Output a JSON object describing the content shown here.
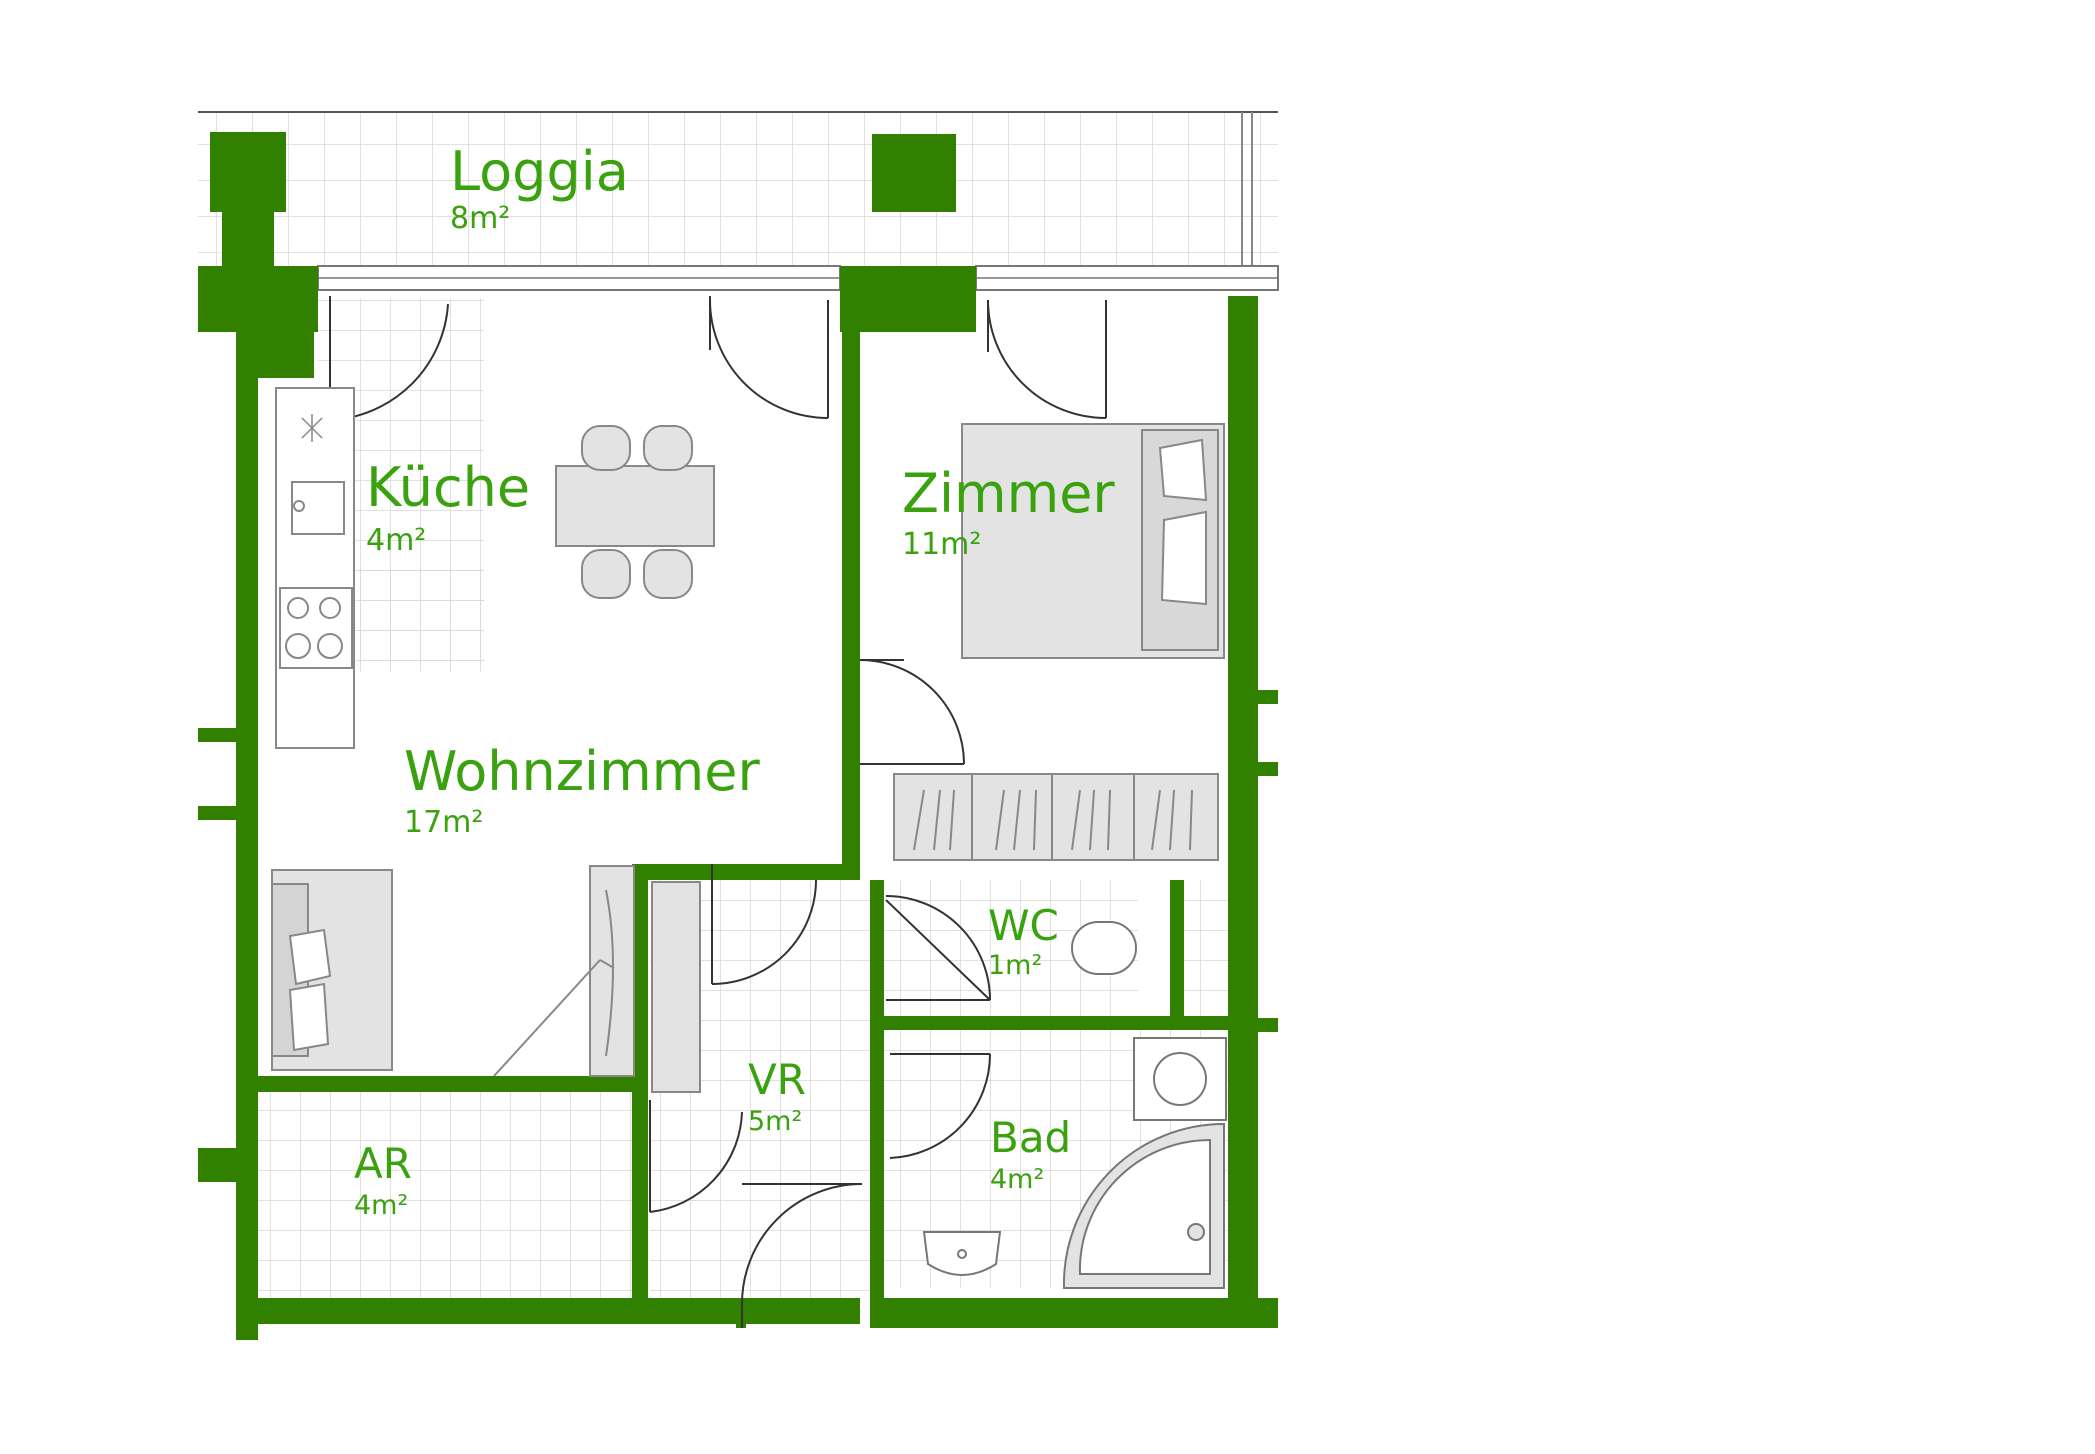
{
  "colors": {
    "wall": "#318000",
    "label": "#3aa10f",
    "furniture": "#e3e3e3",
    "line": "#8a8a8a",
    "grid": "#dcdcdc"
  },
  "rooms": {
    "loggia": {
      "name": "Loggia",
      "area": "8m²"
    },
    "kueche": {
      "name": "Küche",
      "area": "4m²"
    },
    "zimmer": {
      "name": "Zimmer",
      "area": "11m²"
    },
    "wohnzimmer": {
      "name": "Wohnzimmer",
      "area": "17m²"
    },
    "wc": {
      "name": "WC",
      "area": "1m²"
    },
    "vr": {
      "name": "VR",
      "area": "5m²"
    },
    "ar": {
      "name": "AR",
      "area": "4m²"
    },
    "bad": {
      "name": "Bad",
      "area": "4m²"
    }
  }
}
